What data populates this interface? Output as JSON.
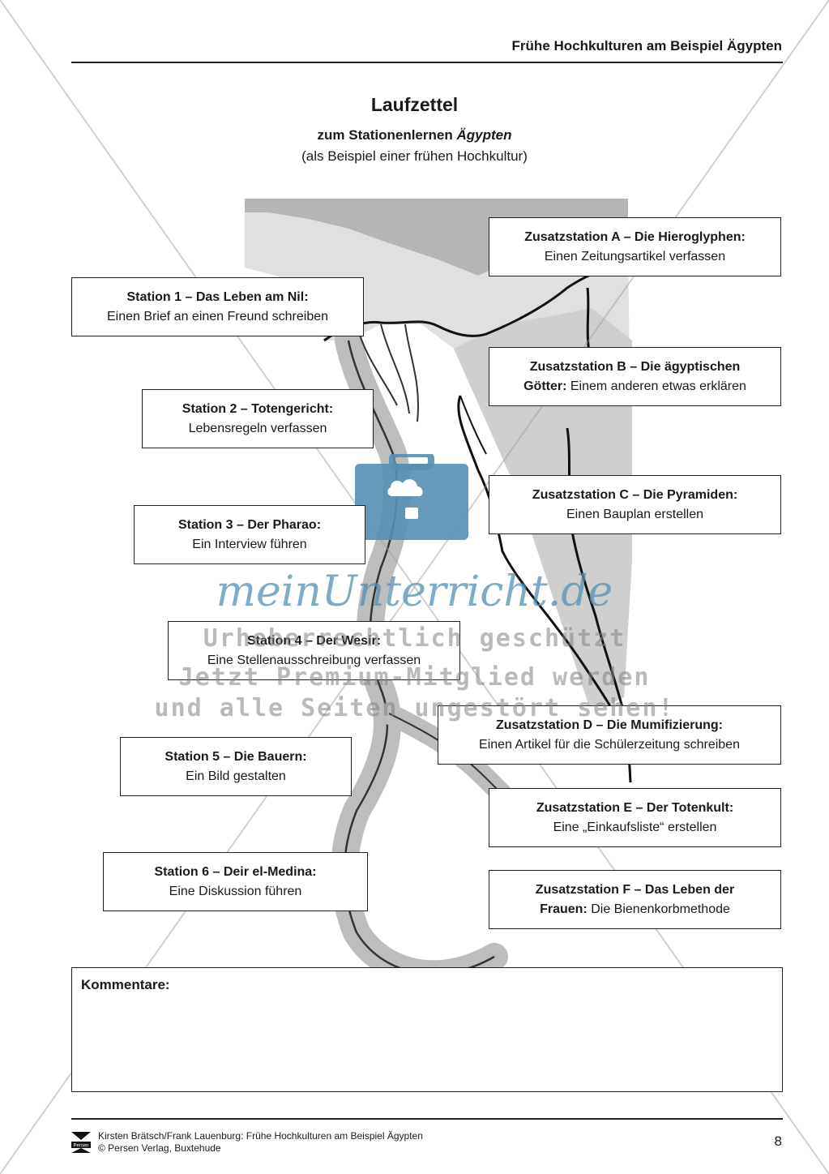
{
  "header": {
    "title": "Frühe Hochkulturen am Beispiel Ägypten"
  },
  "document": {
    "title": "Laufzettel",
    "subtitle_prefix": "zum Stationenlernen ",
    "subtitle_emph": "Ägypten",
    "subtitle2": "(als Beispiel einer frühen Hochkultur)"
  },
  "stations": [
    {
      "title": "Station 1 – Das Leben am Nil:",
      "task": "Einen Brief an einen Freund schreiben"
    },
    {
      "title": "Station 2 – Totengericht:",
      "task": "Lebensregeln verfassen"
    },
    {
      "title": "Station 3 – Der Pharao:",
      "task": "Ein Interview führen"
    },
    {
      "title": "Station 4 – Der Wesir:",
      "task": "Eine Stellenausschreibung verfassen"
    },
    {
      "title": "Station 5 – Die Bauern:",
      "task": "Ein Bild gestalten"
    },
    {
      "title": "Station 6 – Deir el-Medina:",
      "task": "Eine Diskussion führen"
    }
  ],
  "extra_stations": [
    {
      "title": "Zusatzstation A – Die Hieroglyphen:",
      "task": "Einen Zeitungsartikel verfassen"
    },
    {
      "title": "Zusatzstation B – Die ägyptischen",
      "title2": "Götter:",
      "task": " Einem anderen etwas erklären"
    },
    {
      "title": "Zusatzstation C – Die Pyramiden:",
      "task": "Einen Bauplan erstellen"
    },
    {
      "title": "Zusatzstation D – Die Mumifizierung:",
      "task": "Einen Artikel für die Schülerzeitung schreiben"
    },
    {
      "title": "Zusatzstation E – Der Totenkult:",
      "task": "Eine „Einkaufsliste“ erstellen"
    },
    {
      "title": "Zusatzstation F – Das Leben der",
      "title2": "Frauen:",
      "task": " Die Bienenkorbmethode"
    }
  ],
  "comments": {
    "label": "Kommentare:"
  },
  "watermark": {
    "brand": "meinUnterricht.de",
    "line1": "Urheberrechtlich geschützt",
    "line2": "Jetzt Premium-Mitglied werden",
    "line3": "und alle Seiten ungestört sehen!"
  },
  "footer": {
    "line1": "Kirsten Brätsch/Frank Lauenburg: Frühe Hochkulturen am Beispiel Ägypten",
    "line2": "© Persen Verlag, Buxtehude",
    "page_number": "8",
    "logo_text": "Persen"
  },
  "colors": {
    "map_land": "#dcdcdc",
    "map_sea": "#b5b5b5",
    "river": "#bdbdbd",
    "watermark_blue": "#568fb2"
  }
}
